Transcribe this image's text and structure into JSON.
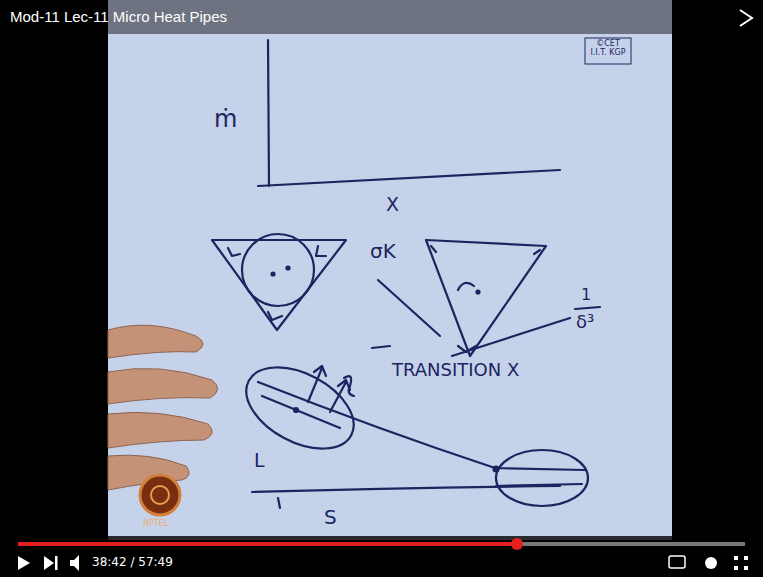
{
  "diagram": {
    "title": "Mod-11 Lec-11 Micro Heat Pipes",
    "labels": [
      "©CET I.I.T. KGP",
      "ṁ",
      "X",
      "σK",
      "1",
      "δ³",
      "TRANSITION X",
      "L",
      "S",
      "NPTEL",
      "38:42 / 57:49"
    ]
  }
}
